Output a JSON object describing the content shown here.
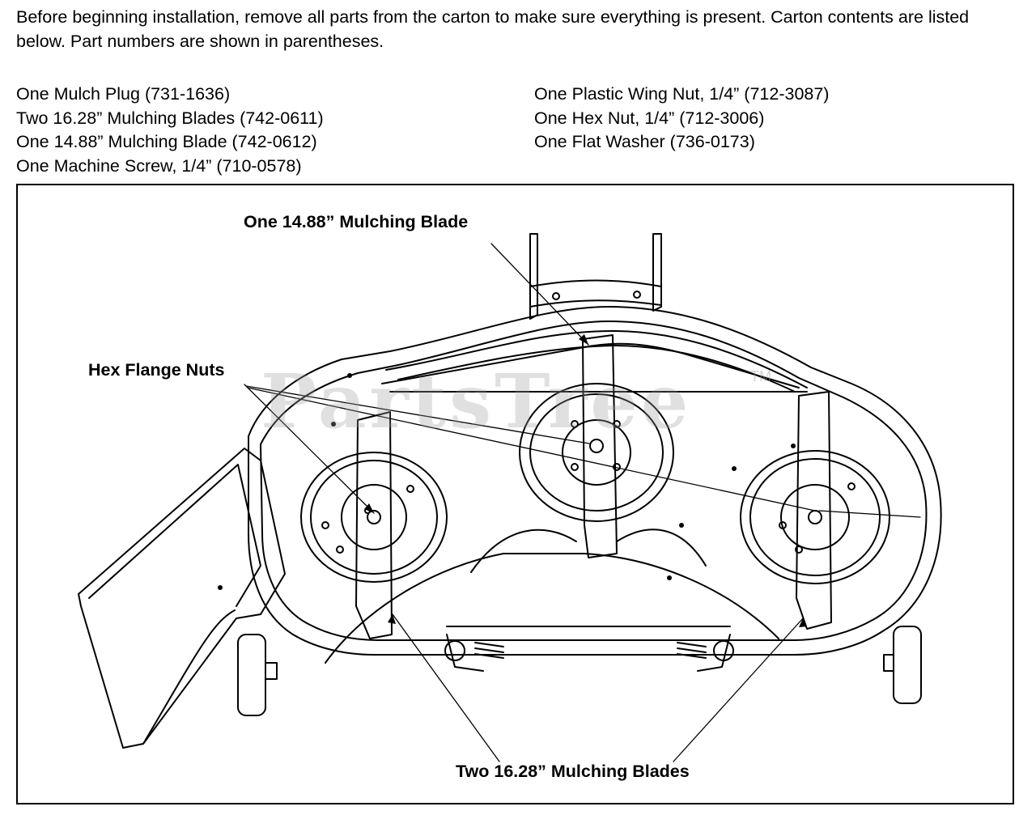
{
  "intro": "Before beginning installation, remove all parts from the carton to make sure everything is present. Carton contents are listed below. Part numbers are shown in parentheses.",
  "parts_left": [
    "One Mulch Plug (731-1636)",
    "Two 16.28” Mulching Blades (742-0611)",
    "One 14.88” Mulching Blade (742-0612)",
    "One Machine Screw, 1/4” (710-0578)"
  ],
  "parts_right": [
    "One Plastic Wing Nut, 1/4” (712-3087)",
    "One Hex Nut, 1/4” (712-3006)",
    "One Flat Washer (736-0173)"
  ],
  "callouts": {
    "center_blade": "One 14.88” Mulching Blade",
    "hex_nuts": "Hex Flange Nuts",
    "side_blades": "Two 16.28” Mulching Blades"
  },
  "watermark": {
    "text": "PartsTree",
    "tm": "TM"
  }
}
